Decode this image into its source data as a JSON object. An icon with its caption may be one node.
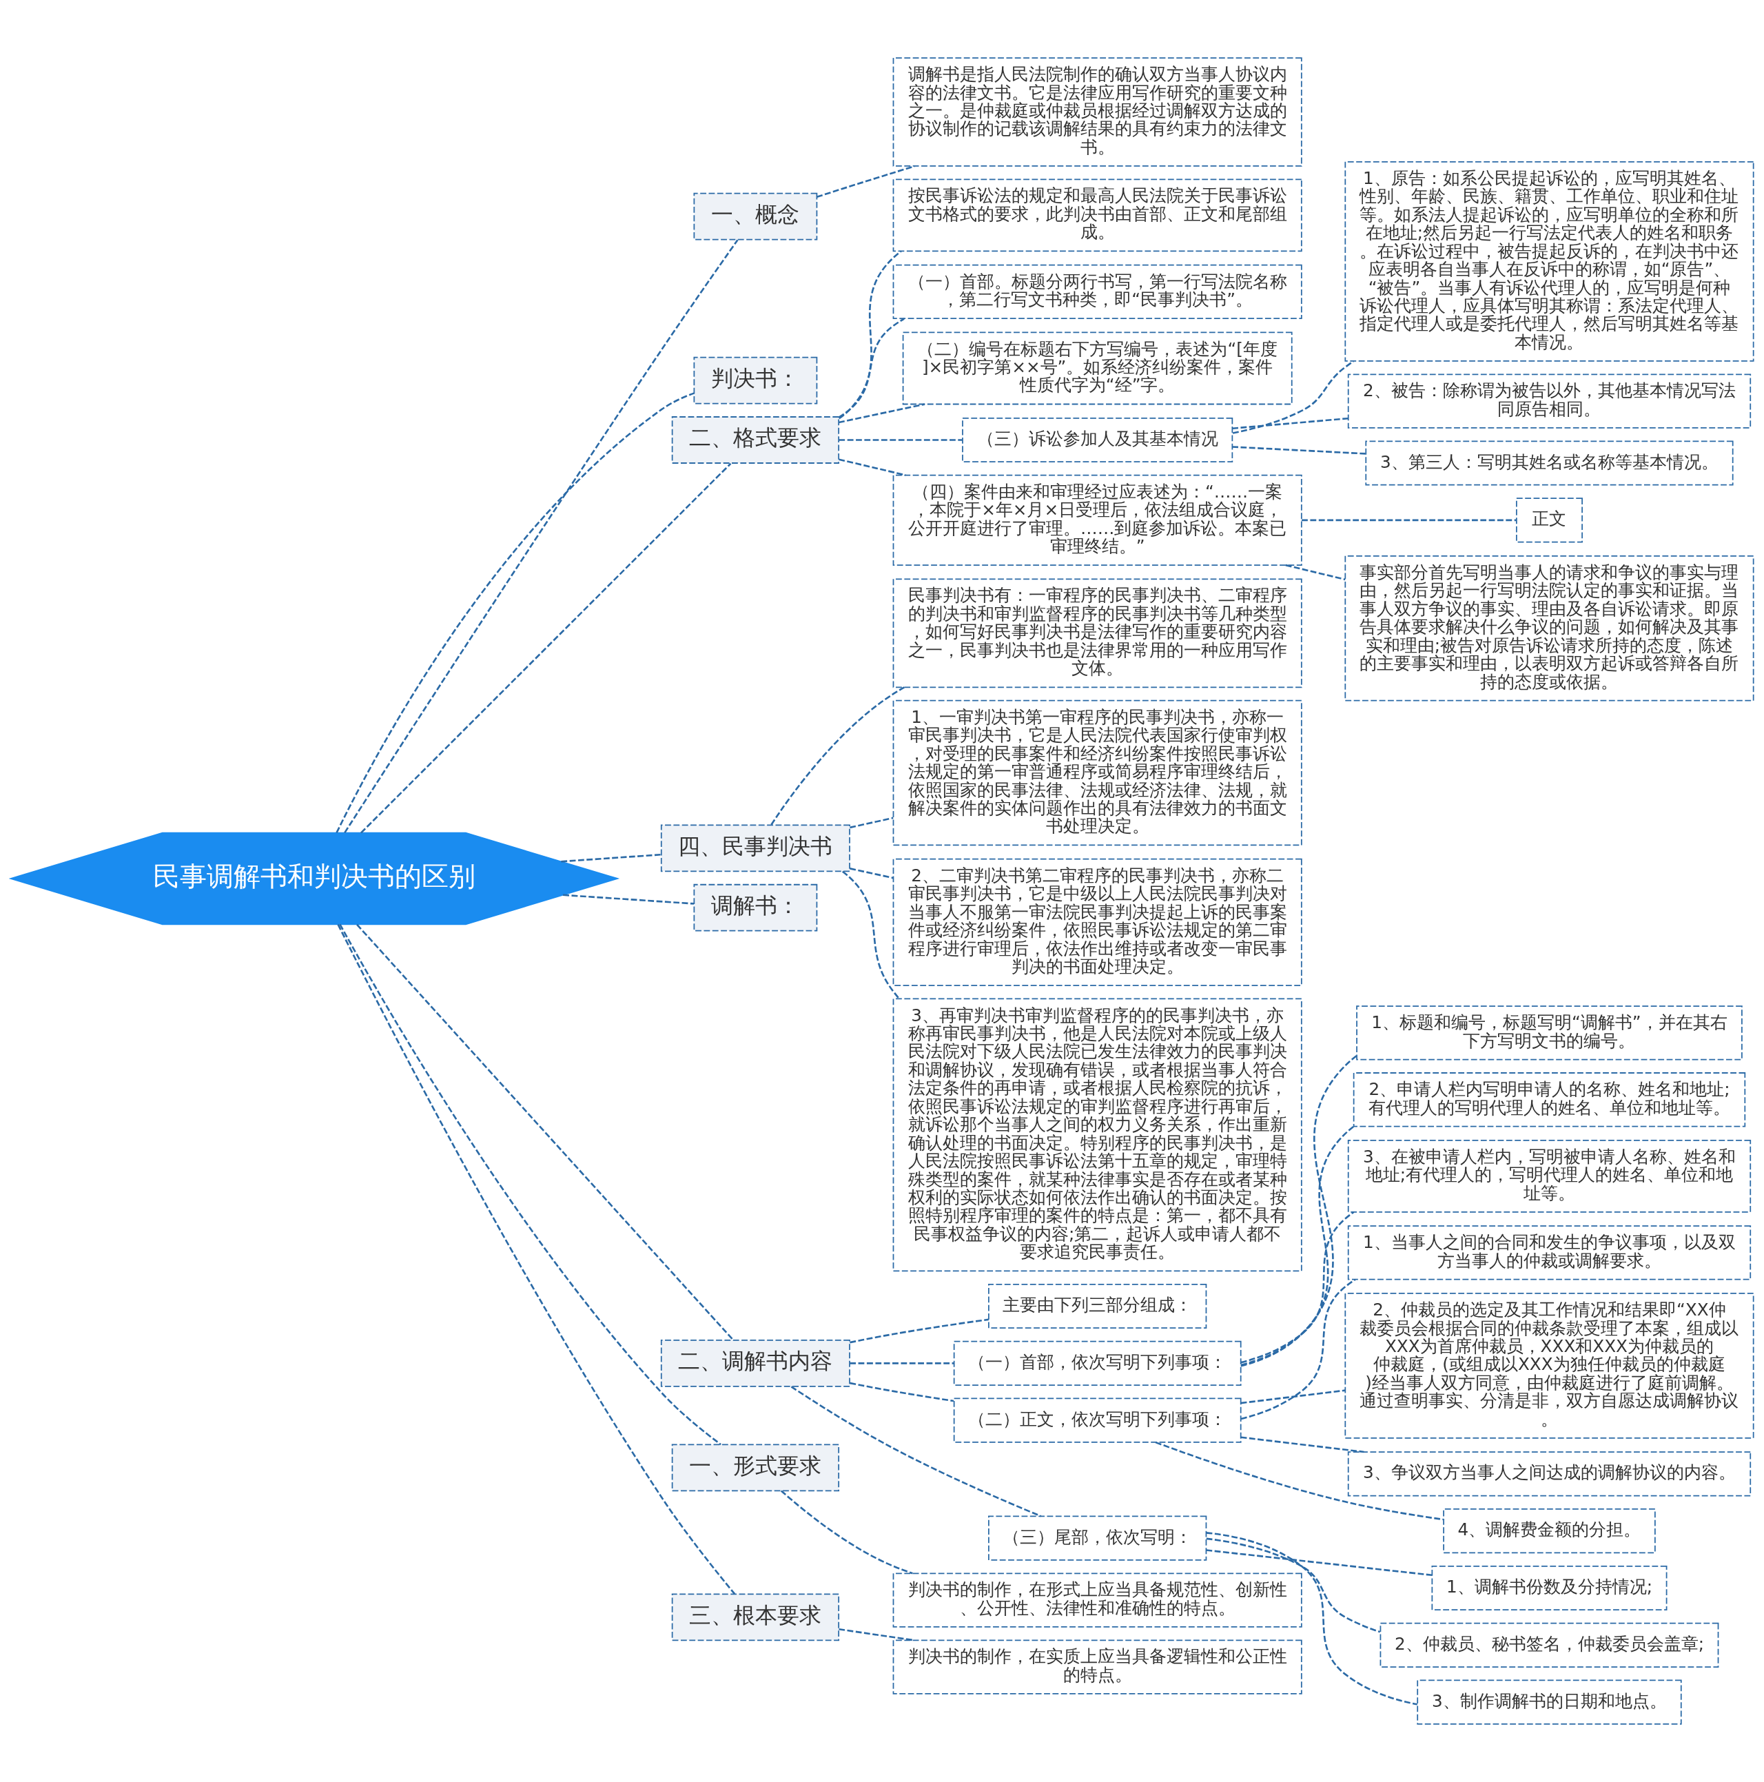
{
  "diagram": {
    "nodes": [
      {
        "text": [
          "民事调解书和判决书的区别"
        ]
      },
      {
        "text": [
          "一、概念"
        ]
      },
      {
        "text": [
          "调解书是指人民法院制作的确认双方当事人协议内容的法律文书。它是法律应用写作研究的重要文种之一。是仲裁庭或仲裁员根据经过调解双方达成的协议制作的记载该调解结果的具有约束力的法律文书。"
        ]
      },
      {
        "text": [
          "判决书："
        ]
      },
      {
        "text": [
          "二、格式要求"
        ]
      },
      {
        "text": [
          "按民事诉讼法的规定和最高人民法院关于民事诉讼文书格式的要求，此判决书由首部、正文和尾部组成。"
        ]
      },
      {
        "text": [
          "（一）首部。标题分两行书写，第一行写法院名称，第二行写文书种类，即“民事判决书”。"
        ]
      },
      {
        "text": [
          "（二）编号在标题右下方写编号，表述为“[年度]×民初字第××号”。如系经济纠纷案件，案件性质代字为“经”字。"
        ]
      },
      {
        "text": [
          "（三）诉讼参加人及其基本情况"
        ]
      },
      {
        "text": [
          "1、原告：如系公民提起诉讼的，应写明其姓名、性别、年龄、民族、籍贯、工作单位、职业和住址等。如系法人提起诉讼的，应写明单位的全称和所在地址;然后另起一行写法定代表人的姓名和职务。在诉讼过程中，被告提起反诉的，在判决书中还应表明各自当事人在反诉中的称谓，如“原告”、“被告”。当事人有诉讼代理人的，应写明是何种诉讼代理人，应具体写明其称谓：系法定代理人、指定代理人或是委托代理人，然后写明其姓名等基本情况。"
        ]
      },
      {
        "text": [
          "2、被告：除称谓为被告以外，其他基本情况写法同原告相同。"
        ]
      },
      {
        "text": [
          "3、第三人：写明其姓名或名称等基本情况。"
        ]
      },
      {
        "text": [
          "（四）案件由来和审理经过应表述为：“……一案，本院于×年×月×日受理后，依法组成合议庭，公开开庭进行了审理。……到庭参加诉讼。本案已审理终结。”"
        ]
      },
      {
        "text": [
          "正文"
        ]
      },
      {
        "text": [
          "事实部分首先写明当事人的请求和争议的事实与理由，然后另起一行写明法院认定的事实和证据。当事人双方争议的事实、理由及各自诉讼请求。即原告具体要求解决什么争议的问题，如何解决及其事实和理由;被告对原告诉讼请求所持的态度，陈述的主要事实和理由，以表明双方起诉或答辩各自所持的态度或依据。"
        ]
      },
      {
        "text": [
          "四、民事判决书"
        ]
      },
      {
        "text": [
          "民事判决书有：一审程序的民事判决书、二审程序的判决书和审判监督程序的民事判决书等几种类型，如何写好民事判决书是法律写作的重要研究内容之一，民事判决书也是法律界常用的一种应用写作文体。"
        ]
      },
      {
        "text": [
          "1、一审判决书第一审程序的民事判决书，亦称一审民事判决书，它是人民法院代表国家行使审判权，对受理的民事案件和经济纠纷案件按照民事诉讼法规定的第一审普通程序或简易程序审理终结后，依照国家的民事法律、法规或经济法律、法规，就解决案件的实体问题作出的具有法律效力的书面文书处理决定。"
        ]
      },
      {
        "text": [
          "2、二审判决书第二审程序的民事判决书，亦称二审民事判决书，它是中级以上人民法院民事判决对当事人不服第一审法院民事判决提起上诉的民事案件或经济纠纷案件，依照民事诉讼法规定的第二审程序进行审理后，依法作出维持或者改变一审民事判决的书面处理决定。"
        ]
      },
      {
        "text": [
          "3、再审判决书审判监督程序的的民事判决书，亦称再审民事判决书，他是人民法院对本院或上级人民法院对下级人民法院已发生法律效力的民事判决和调解协议，发现确有错误，或者根据当事人符合法定条件的再申请，或者根据人民检察院的抗诉，依照民事诉讼法规定的审判监督程序进行再审后，就诉讼那个当事人之间的权力义务关系，作出重新确认处理的书面决定。特别程序的民事判决书，是人民法院按照民事诉讼法第十五章的规定，审理特殊类型的案件，就某种法律事实是否存在或者某种权利的实际状态如何依法作出确认的书面决定。按照特别程序审理的案件的特点是：第一，都不具有民事权益争议的内容;第二，起诉人或申请人都不要求追究民事责任。"
        ]
      },
      {
        "text": [
          "调解书："
        ]
      },
      {
        "text": [
          "二、调解书内容"
        ]
      },
      {
        "text": [
          "主要由下列三部分组成："
        ]
      },
      {
        "text": [
          "（一）首部，依次写明下列事项："
        ]
      },
      {
        "text": [
          "1、标题和编号，标题写明“调解书”，并在其右下方写明文书的编号。"
        ]
      },
      {
        "text": [
          "2、申请人栏内写明申请人的名称、姓名和地址;有代理人的写明代理人的姓名、单位和地址等。"
        ]
      },
      {
        "text": [
          "3、在被申请人栏内，写明被申请人名称、姓名和地址;有代理人的，写明代理人的姓名、单位和地址等。"
        ]
      },
      {
        "text": [
          "（二）正文，依次写明下列事项："
        ]
      },
      {
        "text": [
          "1、当事人之间的合同和发生的争议事项，以及双方当事人的仲裁或调解要求。"
        ]
      },
      {
        "text": [
          "2、仲裁员的选定及其工作情况和结果即“XX仲裁委员会根据合同的仲裁条款受理了本案，组成以XXX为首席仲裁员，XXX和XXX为仲裁员的仲裁庭，(或组成以XXX为独任仲裁员的仲裁庭)经当事人双方同意，由仲裁庭进行了庭前调解。通过查明事实、分清是非，双方自愿达成调解协议。"
        ]
      },
      {
        "text": [
          "3、争议双方当事人之间达成的调解协议的内容。"
        ]
      },
      {
        "text": [
          "4、调解费金额的分担。"
        ]
      },
      {
        "text": [
          "（三）尾部，依次写明："
        ]
      },
      {
        "text": [
          "1、调解书份数及分持情况;"
        ]
      },
      {
        "text": [
          "2、仲裁员、秘书签名，仲裁委员会盖章;"
        ]
      },
      {
        "text": [
          "3、制作调解书的日期和地点。"
        ]
      },
      {
        "text": [
          "一、形式要求"
        ]
      },
      {
        "text": [
          "判决书的制作，在形式上应当具备规范性、创新性、公开性、法律性和准确性的特点。"
        ]
      },
      {
        "text": [
          "三、根本要求"
        ]
      },
      {
        "text": [
          "判决书的制作，在实质上应当具备逻辑性和公正性的特点。"
        ]
      }
    ],
    "edges": [
      {
        "from": 0,
        "to": 1,
        "arrow": "none"
      },
      {
        "from": 1,
        "to": 2,
        "arrow": "none"
      },
      {
        "from": 0,
        "to": 3,
        "arrow": "none"
      },
      {
        "from": 0,
        "to": 4,
        "arrow": "none"
      },
      {
        "from": 4,
        "to": 5,
        "arrow": "none"
      },
      {
        "from": 4,
        "to": 6,
        "arrow": "none"
      },
      {
        "from": 4,
        "to": 7,
        "arrow": "none"
      },
      {
        "from": 4,
        "to": 8,
        "arrow": "none"
      },
      {
        "from": 8,
        "to": 9,
        "arrow": "none"
      },
      {
        "from": 8,
        "to": 10,
        "arrow": "none"
      },
      {
        "from": 8,
        "to": 11,
        "arrow": "none"
      },
      {
        "from": 4,
        "to": 12,
        "arrow": "none"
      },
      {
        "from": 12,
        "to": 13,
        "arrow": "none"
      },
      {
        "from": 12,
        "to": 14,
        "arrow": "none"
      },
      {
        "from": 0,
        "to": 15,
        "arrow": "none"
      },
      {
        "from": 15,
        "to": 16,
        "arrow": "none"
      },
      {
        "from": 15,
        "to": 17,
        "arrow": "none"
      },
      {
        "from": 15,
        "to": 18,
        "arrow": "none"
      },
      {
        "from": 15,
        "to": 19,
        "arrow": "none"
      },
      {
        "from": 0,
        "to": 20,
        "arrow": "none"
      },
      {
        "from": 0,
        "to": 21,
        "arrow": "none"
      },
      {
        "from": 21,
        "to": 22,
        "arrow": "none"
      },
      {
        "from": 21,
        "to": 23,
        "arrow": "none"
      },
      {
        "from": 23,
        "to": 24,
        "arrow": "none"
      },
      {
        "from": 23,
        "to": 25,
        "arrow": "none"
      },
      {
        "from": 23,
        "to": 26,
        "arrow": "none"
      },
      {
        "from": 21,
        "to": 27,
        "arrow": "none"
      },
      {
        "from": 27,
        "to": 28,
        "arrow": "none"
      },
      {
        "from": 27,
        "to": 29,
        "arrow": "none"
      },
      {
        "from": 27,
        "to": 30,
        "arrow": "none"
      },
      {
        "from": 27,
        "to": 31,
        "arrow": "none"
      },
      {
        "from": 21,
        "to": 32,
        "arrow": "none"
      },
      {
        "from": 32,
        "to": 33,
        "arrow": "none"
      },
      {
        "from": 32,
        "to": 34,
        "arrow": "none"
      },
      {
        "from": 32,
        "to": 35,
        "arrow": "none"
      },
      {
        "from": 0,
        "to": 36,
        "arrow": "none"
      },
      {
        "from": 36,
        "to": 37,
        "arrow": "none"
      },
      {
        "from": 0,
        "to": 38,
        "arrow": "none"
      },
      {
        "from": 38,
        "to": 39,
        "arrow": "none"
      }
    ]
  }
}
